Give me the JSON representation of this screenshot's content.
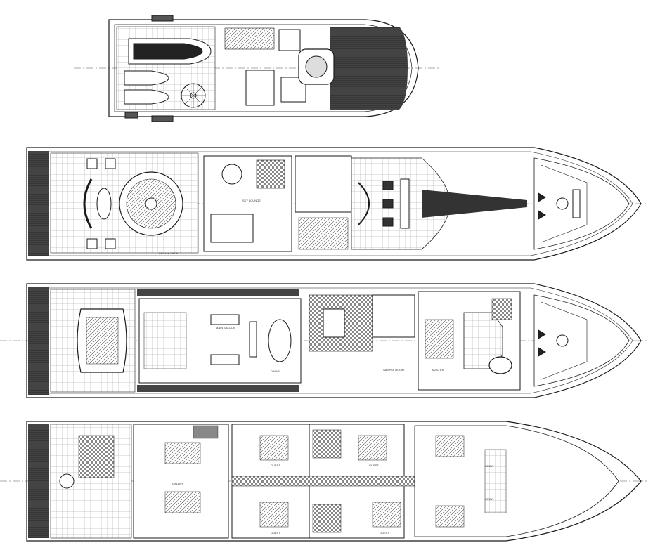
{
  "drawing": {
    "colors": {
      "line": "#1a1a1a",
      "teak": "#3a3a3a",
      "floor_hatch": "#bdbdbd",
      "hull": "#ffffff"
    },
    "decks": [
      {
        "name": "sun-deck",
        "labels": []
      },
      {
        "name": "bridge-deck",
        "labels": [
          "SKY LOUNGE",
          "BRIDGE DECK"
        ]
      },
      {
        "name": "main-deck",
        "labels": [
          "MAIN SALOON",
          "DINING",
          "MASTER",
          "SAMPLE ROOM"
        ]
      },
      {
        "name": "lower-deck",
        "labels": [
          "GUEST",
          "GUEST",
          "GUEST",
          "GUEST",
          "CREW",
          "CREW",
          "GALLEY"
        ]
      }
    ]
  }
}
